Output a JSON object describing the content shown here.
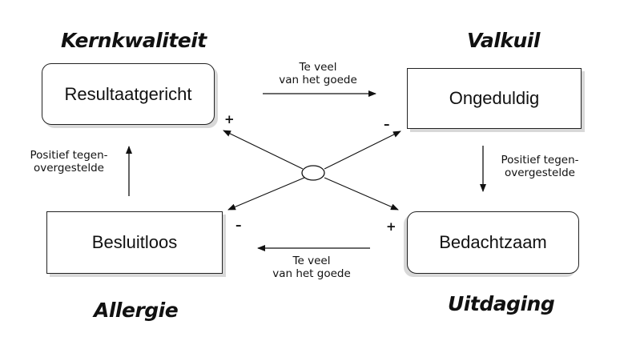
{
  "titles": {
    "top_left": "Kernkwaliteit",
    "top_right": "Valkuil",
    "bottom_left": "Allergie",
    "bottom_right": "Uitdaging"
  },
  "boxes": {
    "top_left": "Resultaatgericht",
    "top_right": "Ongeduldig",
    "bottom_left": "Besluitloos",
    "bottom_right": "Bedachtzaam"
  },
  "notes": {
    "top_line1": "Te veel",
    "top_line2": "van het goede",
    "bottom_line1": "Te veel",
    "bottom_line2": "van het goede",
    "left_line1": "Positief tegen-",
    "left_line2": "overgestelde",
    "right_line1": "Positief tegen-",
    "right_line2": "overgestelde"
  },
  "signs": {
    "top_left": "+",
    "top_right": "–",
    "bottom_left": "–",
    "bottom_right": "+"
  }
}
